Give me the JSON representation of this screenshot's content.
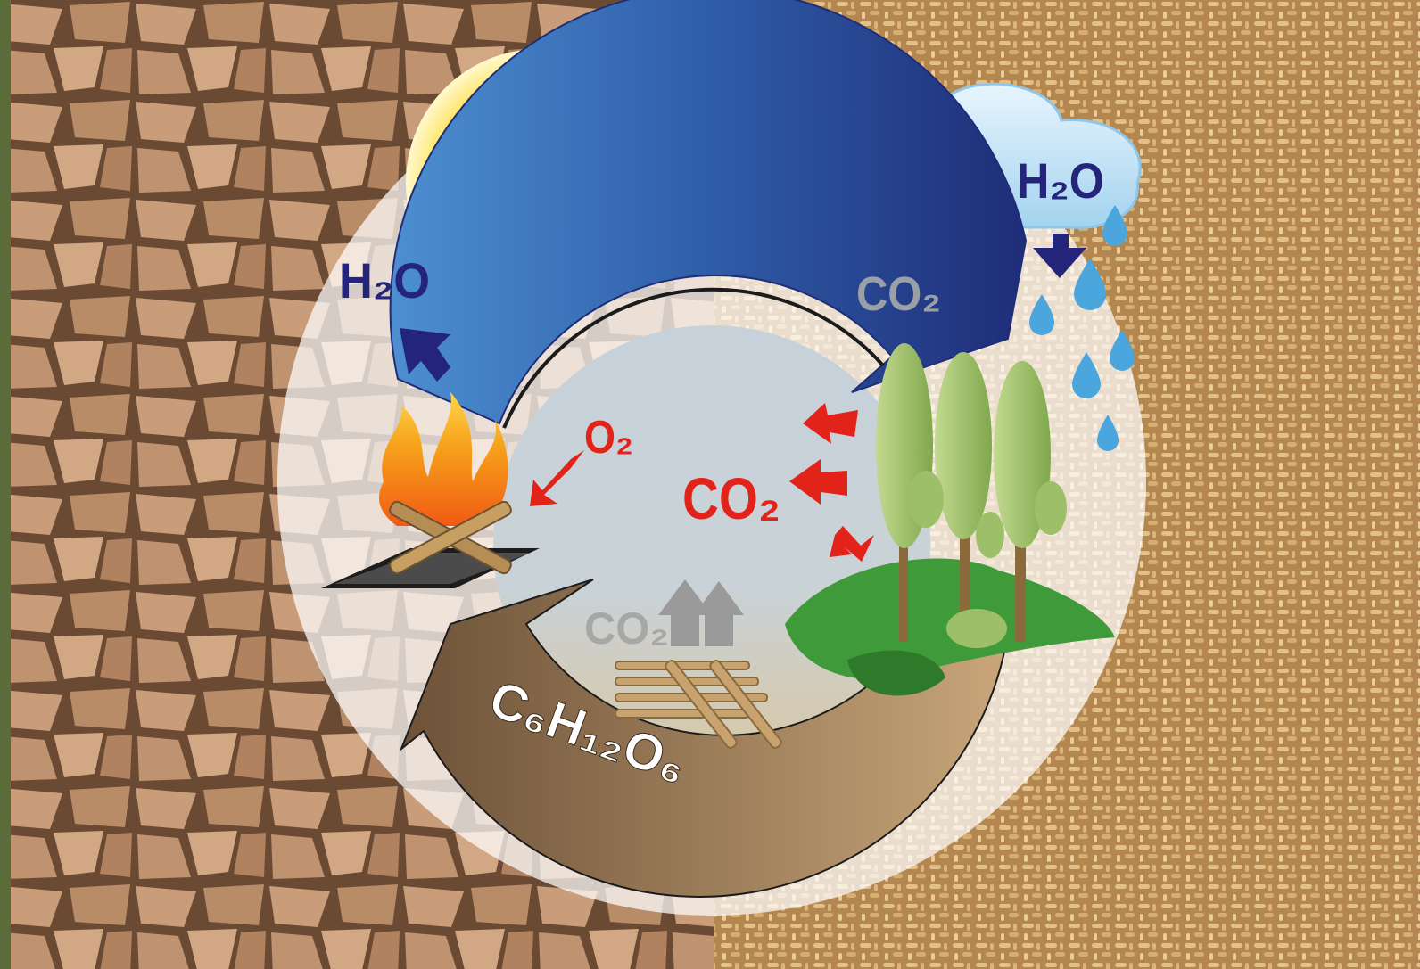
{
  "labels": {
    "h2o_left": "H₂O",
    "h2o_right": "H₂O",
    "co2_top": "CO₂",
    "o2": "O₂",
    "co2_red": "CO₂",
    "co2_grey": "CO₂",
    "glucose": "C₆H₁₂O₆"
  },
  "colors": {
    "cycle_blue": "#2f5da8",
    "cycle_blue_dark": "#1f2d78",
    "cycle_brown": "#8a6a48",
    "label_navy": "#24247a",
    "label_red": "#e2231a",
    "label_grey": "#9a9a9a",
    "sun": "#ffd100",
    "cloud": "#a9d8f2",
    "firewood": "#b48a66",
    "pellets": "#d9b67f"
  },
  "icons": [
    "sun-icon",
    "cloud-icon",
    "rain-drops-icon",
    "fire-icon",
    "trees-icon",
    "logs-icon"
  ]
}
